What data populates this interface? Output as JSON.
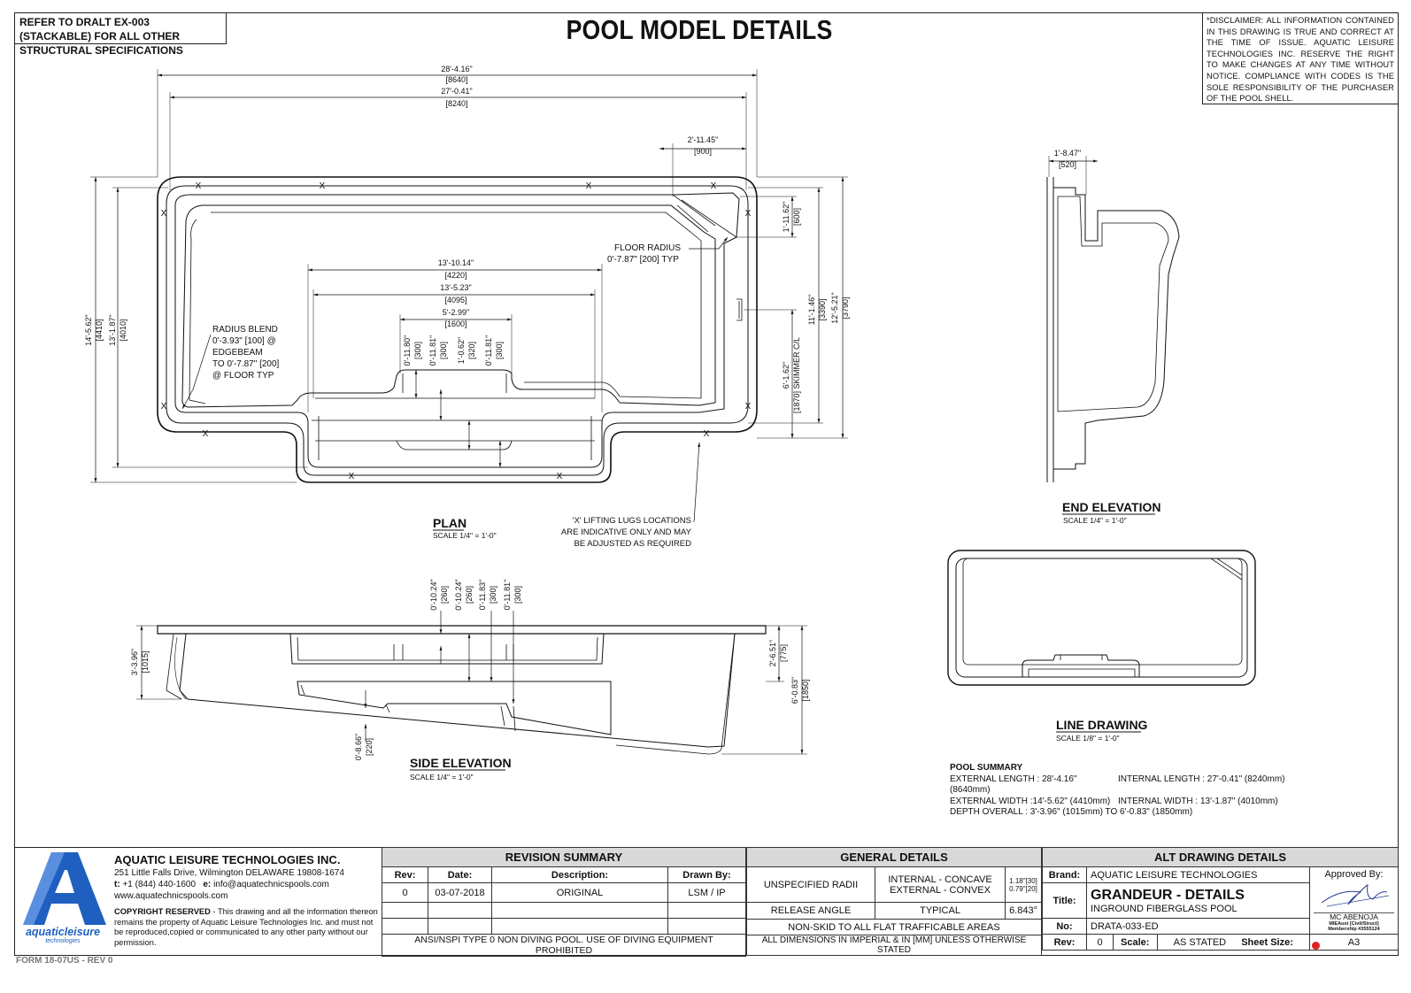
{
  "header": {
    "refer_note": "REFER TO DRALT EX-003 (STACKABLE) FOR ALL OTHER STRUCTURAL SPECIFICATIONS",
    "title": "POOL MODEL DETAILS",
    "disclaimer": "*DISCLAIMER: ALL INFORMATION CONTAINED IN THIS DRAWING IS TRUE AND CORRECT AT THE TIME OF ISSUE. AQUATIC LEISURE TECHNOLOGIES INC. RESERVE THE RIGHT TO MAKE CHANGES AT ANY TIME WITHOUT NOTICE. COMPLIANCE WITH CODES IS THE SOLE RESPONSIBILITY OF THE PURCHASER OF THE POOL SHELL."
  },
  "plan": {
    "title": "PLAN",
    "scale": "SCALE 1/4\" = 1'-0\"",
    "dim_ext_length": "28'-4.16\"",
    "dim_ext_length_mm": "[8640]",
    "dim_int_length": "27'-0.41\"",
    "dim_int_length_mm": "[8240]",
    "dim_corner": "2'-11.45\"",
    "dim_corner_mm": "[900]",
    "dim_step_outer": "13'-10.14\"",
    "dim_step_outer_mm": "[4220]",
    "dim_step_inner": "13'-5.23\"",
    "dim_step_inner_mm": "[4095]",
    "dim_seat": "5'-2.99\"",
    "dim_seat_mm": "[1600]",
    "dim_v1": "0'-11.80\"",
    "dim_v1_mm": "[300]",
    "dim_v2": "0'-11.81\"",
    "dim_v2_mm": "[300]",
    "dim_v3": "1'-0.62\"",
    "dim_v3_mm": "[320]",
    "dim_v4": "0'-11.81\"",
    "dim_v4_mm": "[300]",
    "dim_ext_width": "14'-5.62\"",
    "dim_ext_width_mm": "[4410]",
    "dim_int_width": "13'-1.87\"",
    "dim_int_width_mm": "[4010]",
    "dim_r1": "1'-11.62\"",
    "dim_r1_mm": "[600]",
    "dim_r2": "11'-1.46\"",
    "dim_r2_mm": "[3390]",
    "dim_r3": "12'-5.21\"",
    "dim_r3_mm": "[3790]",
    "dim_skimmer": "6'-1.62\"",
    "dim_skimmer_mm": "[1870] SKIMMER C/L",
    "floor_radius_1": "FLOOR RADIUS",
    "floor_radius_2": "0'-7.87\" [200] TYP",
    "radius_blend": [
      "RADIUS BLEND",
      "0'-3.93\" [100] @",
      "EDGEBEAM",
      "TO 0'-7.87\" [200]",
      "@ FLOOR TYP"
    ],
    "lug_mark": "X",
    "lifting_note": [
      "'X' LIFTING LUGS LOCATIONS",
      "ARE INDICATIVE ONLY AND MAY",
      "BE ADJUSTED AS REQUIRED"
    ]
  },
  "end_elevation": {
    "title": "END ELEVATION",
    "scale": "SCALE 1/4\" = 1'-0\"",
    "dim": "1'-8.47\"",
    "dim_mm": "[520]"
  },
  "side_elevation": {
    "title": "SIDE ELEVATION",
    "scale": "SCALE 1/4\" = 1'-0\"",
    "dim_a": "0'-10.24\"",
    "dim_a_mm": "[260]",
    "dim_b": "0'-10.24\"",
    "dim_b_mm": "[260]",
    "dim_c": "0'-11.83\"",
    "dim_c_mm": "[300]",
    "dim_d": "0'-11.81\"",
    "dim_d_mm": "[300]",
    "dim_shallow": "3'-3.96\"",
    "dim_shallow_mm": "[1015]",
    "dim_step": "2'-6.51\"",
    "dim_step_mm": "[775]",
    "dim_deep": "6'-0.83\"",
    "dim_deep_mm": "[1850]",
    "dim_floor": "0'-8.66\"",
    "dim_floor_mm": "[220]"
  },
  "line_drawing": {
    "title": "LINE DRAWING",
    "scale": "SCALE 1/8\" = 1'-0\""
  },
  "pool_summary": {
    "heading": "POOL SUMMARY",
    "ext_length": "EXTERNAL LENGTH : 28'-4.16\" (8640mm)",
    "int_length": "INTERNAL LENGTH : 27'-0.41\" (8240mm)",
    "ext_width": "EXTERNAL WIDTH   :14'-5.62\"  (4410mm)",
    "int_width": "INTERNAL WIDTH    : 13'-1.87\" (4010mm)",
    "depth": "DEPTH OVERALL     : 3'-3.96\" (1015mm) TO 6'-0.83\" (1850mm)"
  },
  "company": {
    "name": "AQUATIC LEISURE TECHNOLOGIES INC.",
    "address": "251 Little Falls Drive, Wilmington DELAWARE 19808-1674",
    "phone_label": "t:",
    "phone": "+1 (844) 440-1600",
    "email_label": "e:",
    "email": "info@aquatechnicspools.com",
    "web": "www.aquatechnicspools.com",
    "copyright_head": "COPYRIGHT RESERVED",
    "copyright_body": " - This drawing and all the information thereon remains the property of Aquatic Leisure Technologies Inc. and must not be reproduced,copied or communicated to any other party without our permission.",
    "logo_word": "aquaticleisure",
    "logo_sub": "technologies",
    "form": "FORM 18-07US - REV 0"
  },
  "revision": {
    "heading": "REVISION SUMMARY",
    "col_rev": "Rev:",
    "col_date": "Date:",
    "col_desc": "Description:",
    "col_drawn": "Drawn By:",
    "rows": [
      {
        "rev": "0",
        "date": "03-07-2018",
        "desc": "ORIGINAL",
        "drawn": "LSM / IP"
      }
    ],
    "note": "ANSI/NSPI TYPE 0 NON DIVING POOL. USE OF DIVING EQUIPMENT PROHIBITED"
  },
  "general": {
    "heading": "GENERAL DETAILS",
    "radii_label": "UNSPECIFIED RADII",
    "internal": "INTERNAL - CONCAVE",
    "external": "EXTERNAL - CONVEX",
    "internal_val": "1.18\"[30]",
    "external_val": "0.79\"[20]",
    "release_label": "RELEASE ANGLE",
    "release_type": "TYPICAL",
    "release_val": "6.843°",
    "nonskid": "NON-SKID TO ALL FLAT TRAFFICABLE AREAS",
    "dims_note": "ALL DIMENSIONS IN IMPERIAL & IN [MM] UNLESS OTHERWISE STATED"
  },
  "alt": {
    "heading": "ALT DRAWING DETAILS",
    "brand_label": "Brand:",
    "brand": "AQUATIC LEISURE TECHNOLOGIES",
    "approved_label": "Approved By:",
    "title_label": "Title:",
    "title_main": "GRANDEUR - DETAILS",
    "title_sub": "INGROUND FIBERGLASS POOL",
    "no_label": "No:",
    "no": "DRATA-033-ED",
    "rev_label": "Rev:",
    "rev": "0",
    "scale_label": "Scale:",
    "scale": "AS STATED",
    "sheet_label": "Sheet Size:",
    "sheet": "A3",
    "approver": "MC ABENOJA",
    "approver_cred1": "MIEAust [Civil/Struct]",
    "approver_cred2": "Membership #3555124"
  }
}
